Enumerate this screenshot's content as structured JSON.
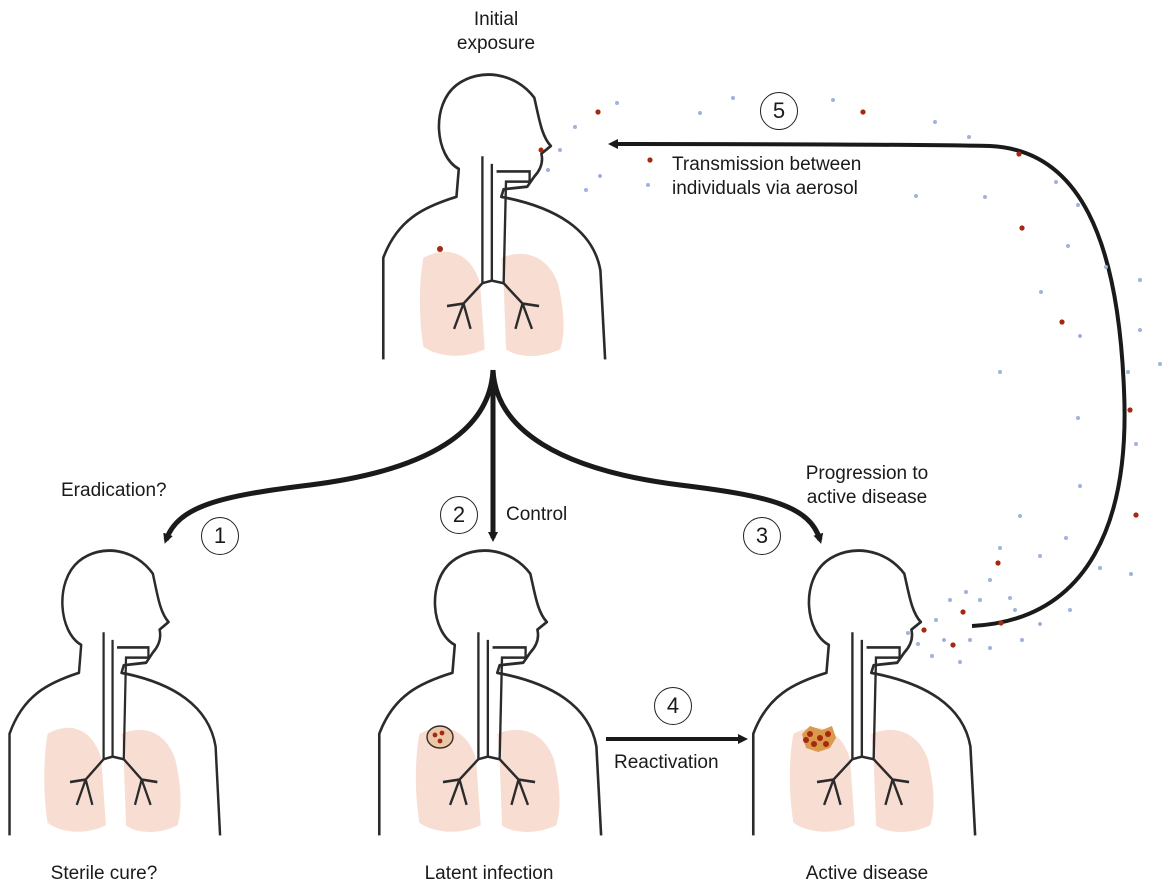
{
  "top_figure": {
    "label_line1": "Initial",
    "label_line2": "exposure"
  },
  "transmission": {
    "step": "5",
    "line1": "Transmission between",
    "line2": "individuals via aerosol"
  },
  "branch_eradication": {
    "step": "1",
    "label": "Eradication?"
  },
  "branch_control": {
    "step": "2",
    "label": "Control"
  },
  "branch_progression": {
    "step": "3",
    "line1": "Progression to",
    "line2": "active disease"
  },
  "reactivation": {
    "step": "4",
    "label": "Reactivation"
  },
  "outcomes": {
    "sterile": "Sterile cure?",
    "latent": "Latent infection",
    "active": "Active disease"
  },
  "colors": {
    "lung": "#f8ddd3",
    "outline": "#2b2b2b",
    "bacteria": "#a5280f",
    "aerosol": "#9fb3e0",
    "granuloma": "#e9c7a8"
  }
}
